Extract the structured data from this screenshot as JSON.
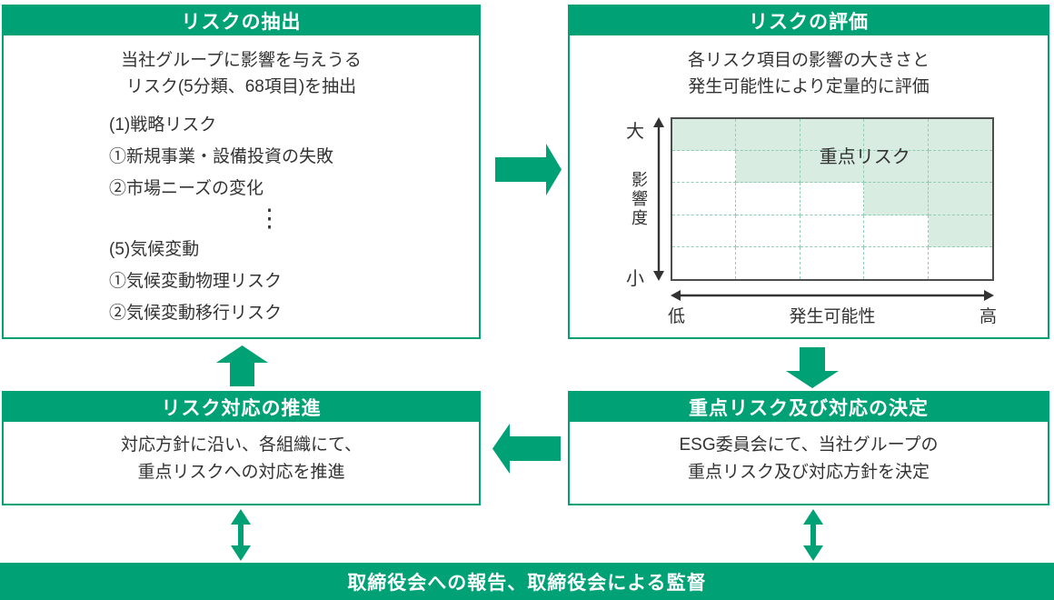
{
  "colors": {
    "primary_green": "#00a175",
    "matrix_fill_green": "#d9ece1",
    "matrix_gridline_green": "#92ccb2",
    "matrix_border": "#4d4d4d",
    "text_dark": "#333333"
  },
  "boxes": {
    "extraction": {
      "title": "リスクの抽出",
      "intro": [
        "当社グループに影響を与えうる",
        "リスク(5分類、68項目)を抽出"
      ],
      "group1": [
        "(1)戦略リスク",
        "①新規事業・設備投資の失敗",
        "②市場ニーズの変化"
      ],
      "ellipsis": "⋮",
      "group2": [
        "(5)気候変動",
        "①気候変動物理リスク",
        "②気候変動移行リスク"
      ]
    },
    "evaluation": {
      "title": "リスクの評価",
      "intro": [
        "各リスク項目の影響の大きさと",
        "発生可能性により定量的に評価"
      ]
    },
    "decision": {
      "title": "重点リスク及び対応の決定",
      "body": [
        "ESG委員会にて、当社グループの",
        "重点リスク及び対応方針を決定"
      ]
    },
    "promotion": {
      "title": "リスク対応の推進",
      "body": [
        "対応方針に沿い、各組織にて、",
        "重点リスクへの対応を推進"
      ]
    }
  },
  "board_bar": {
    "label": "取締役会への報告、取締役会による監督"
  },
  "chart_data": {
    "type": "heatmap",
    "title": "",
    "x_axis": {
      "label": "発生可能性",
      "min_label": "低",
      "max_label": "高"
    },
    "y_axis": {
      "label": "影響度",
      "min_label": "小",
      "max_label": "大"
    },
    "grid": {
      "rows": 5,
      "cols": 5,
      "gridlines": "dashed"
    },
    "highlight": {
      "label": "重点リスク",
      "cells_from_right_per_row_top_to_bottom": [
        5,
        4,
        2,
        1,
        0
      ]
    },
    "legend": "none"
  }
}
